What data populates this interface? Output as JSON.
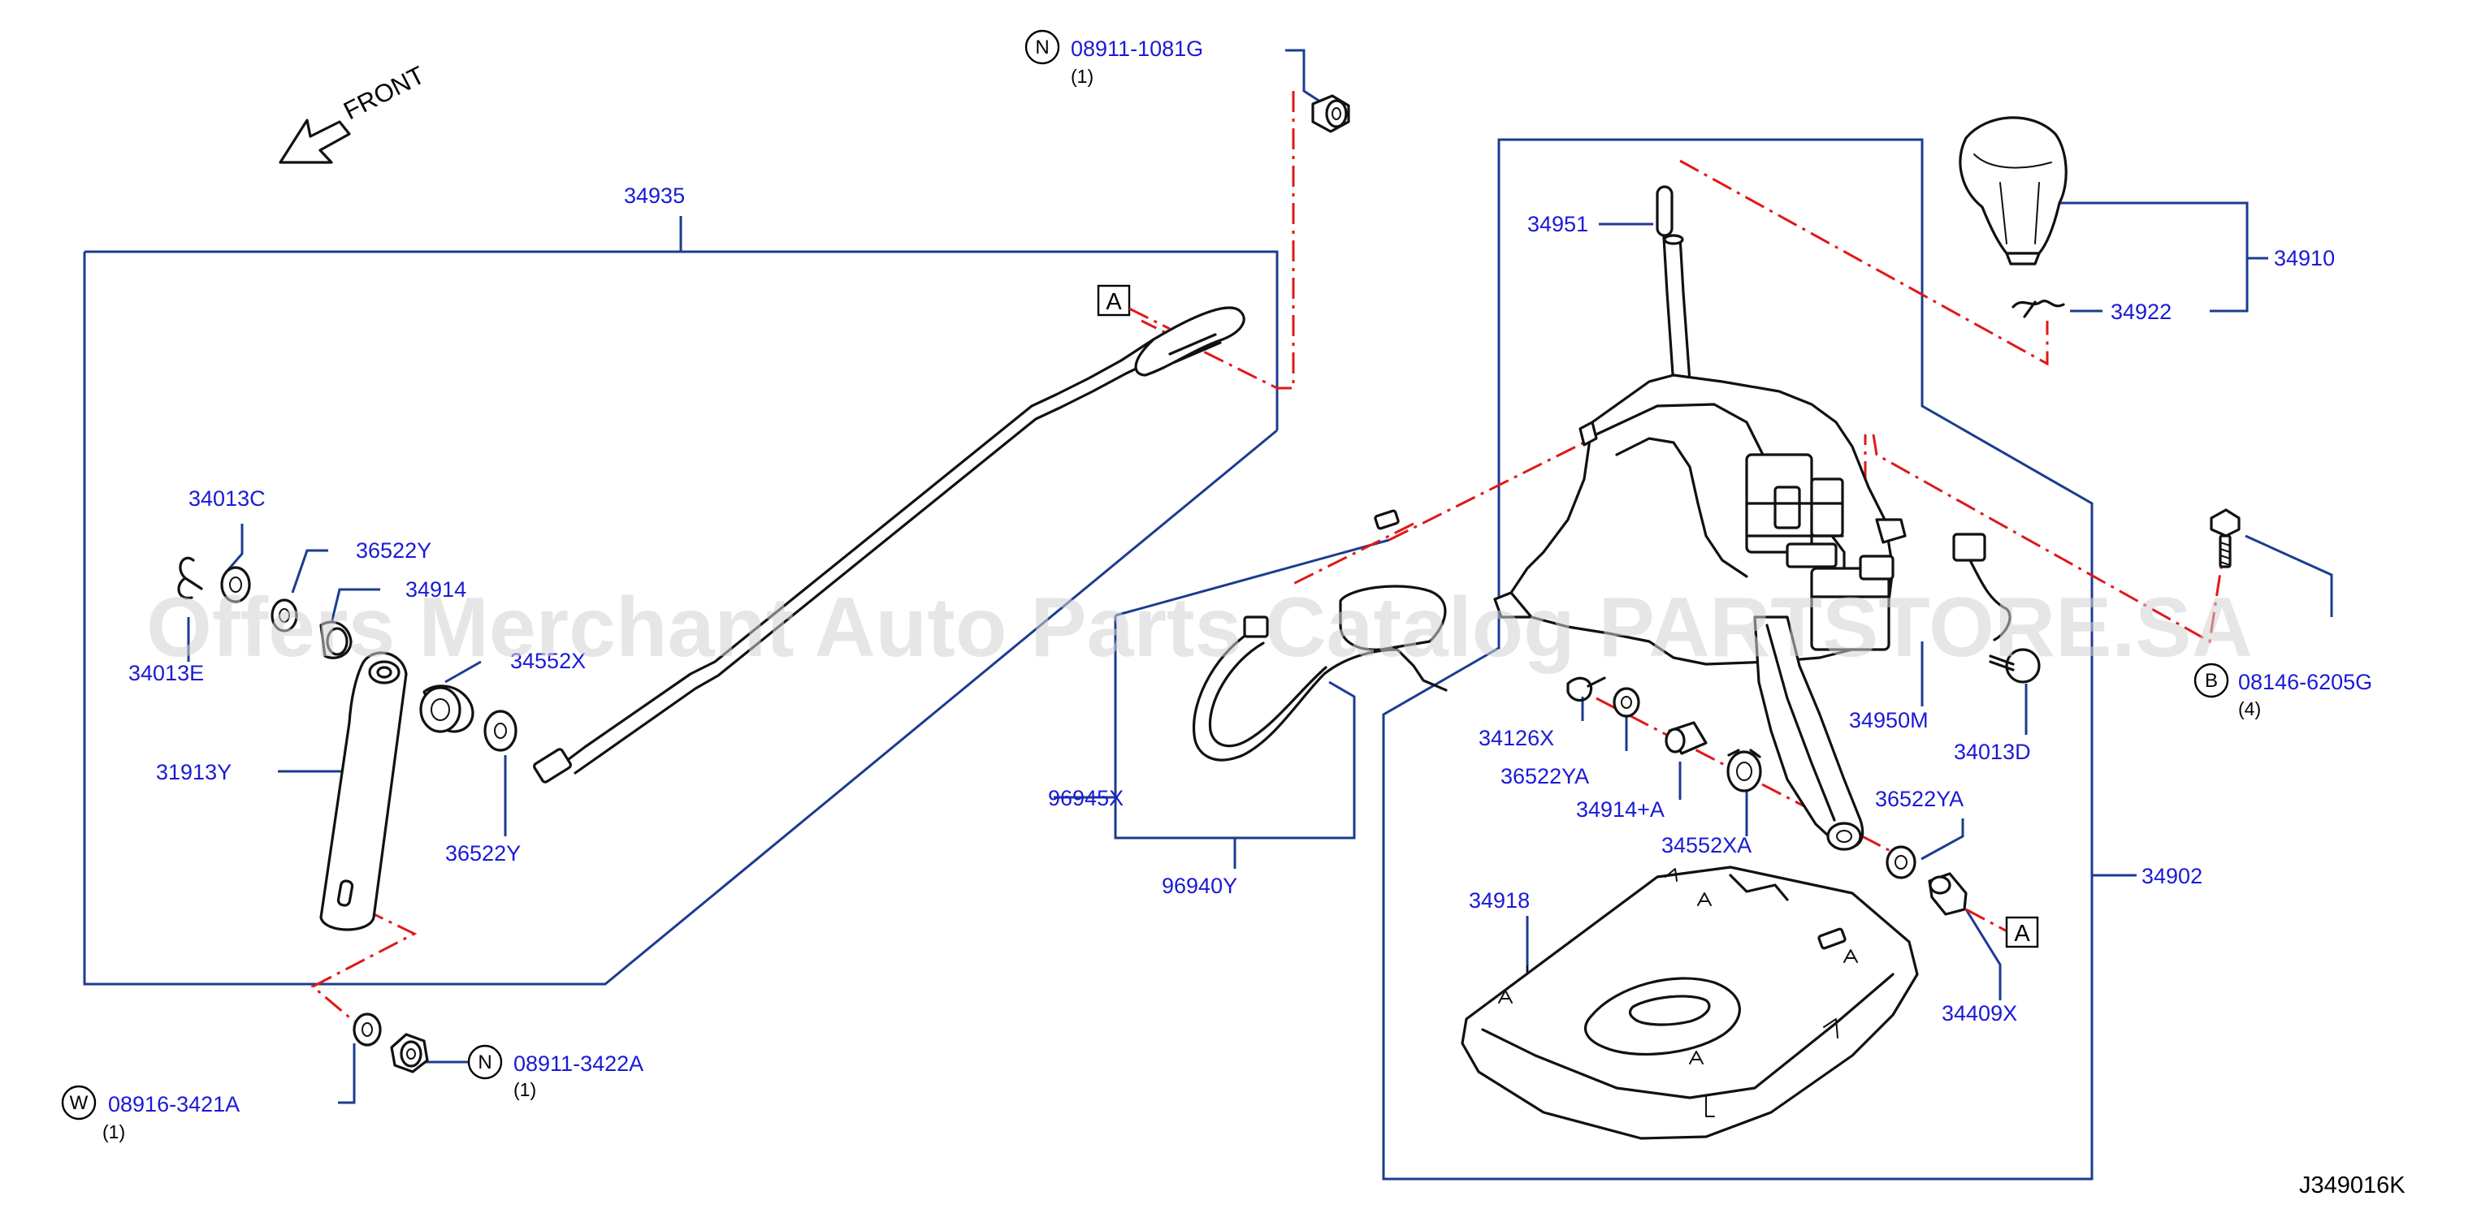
{
  "diagram": {
    "reference_code": "J349016K",
    "front_label": "FRONT",
    "watermark": "Offers Merchant Auto Parts Catalog PARTSTORE.SA",
    "callout_a": "A",
    "parts": [
      {
        "id": "34935",
        "label": "34935"
      },
      {
        "id": "34013C",
        "label": "34013C"
      },
      {
        "id": "36522Y-top",
        "label": "36522Y"
      },
      {
        "id": "34914",
        "label": "34914"
      },
      {
        "id": "34013E",
        "label": "34013E"
      },
      {
        "id": "34552X",
        "label": "34552X"
      },
      {
        "id": "31913Y",
        "label": "31913Y"
      },
      {
        "id": "36522Y-bottom",
        "label": "36522Y"
      },
      {
        "id": "34951",
        "label": "34951"
      },
      {
        "id": "34910",
        "label": "34910"
      },
      {
        "id": "34922",
        "label": "34922"
      },
      {
        "id": "96945X",
        "label": "96945X"
      },
      {
        "id": "96940Y",
        "label": "96940Y"
      },
      {
        "id": "34126X",
        "label": "34126X"
      },
      {
        "id": "36522YA-left",
        "label": "36522YA"
      },
      {
        "id": "34914A",
        "label": "34914+A"
      },
      {
        "id": "34552XA",
        "label": "34552XA"
      },
      {
        "id": "36522YA-right",
        "label": "36522YA"
      },
      {
        "id": "34950M",
        "label": "34950M"
      },
      {
        "id": "34013D",
        "label": "34013D"
      },
      {
        "id": "34902",
        "label": "34902"
      },
      {
        "id": "34918",
        "label": "34918"
      },
      {
        "id": "34409X",
        "label": "34409X"
      }
    ],
    "fasteners": [
      {
        "id": "nut-top",
        "symbol": "N",
        "label": "08911-1081G",
        "qty": "(1)"
      },
      {
        "id": "bolt-right",
        "symbol": "B",
        "label": "08146-6205G",
        "qty": "(4)"
      },
      {
        "id": "nut-bottom",
        "symbol": "N",
        "label": "08911-3422A",
        "qty": "(1)"
      },
      {
        "id": "washer-bottom",
        "symbol": "W",
        "label": "08916-3421A",
        "qty": "(1)"
      }
    ]
  }
}
